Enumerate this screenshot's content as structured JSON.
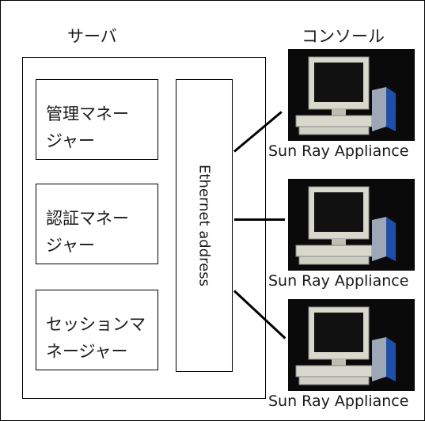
{
  "server": {
    "title": "サーバ",
    "managers": [
      {
        "line1": "管理マネー",
        "line2": "ジャー"
      },
      {
        "line1": "認証マネー",
        "line2": "ジャー"
      },
      {
        "line1": "セッションマ",
        "line2": "ネージャー"
      }
    ],
    "network_label": "Ethernet address"
  },
  "console": {
    "title": "コンソール",
    "terminals": [
      {
        "label": "Sun Ray Appliance"
      },
      {
        "label": "Sun Ray Appliance"
      },
      {
        "label": "Sun Ray Appliance"
      }
    ]
  },
  "colors": {
    "line": "#000000",
    "screen_bg": "#0a0a0a",
    "monitor": "#d8d8cc",
    "card_blue": "#1f4fa8"
  }
}
